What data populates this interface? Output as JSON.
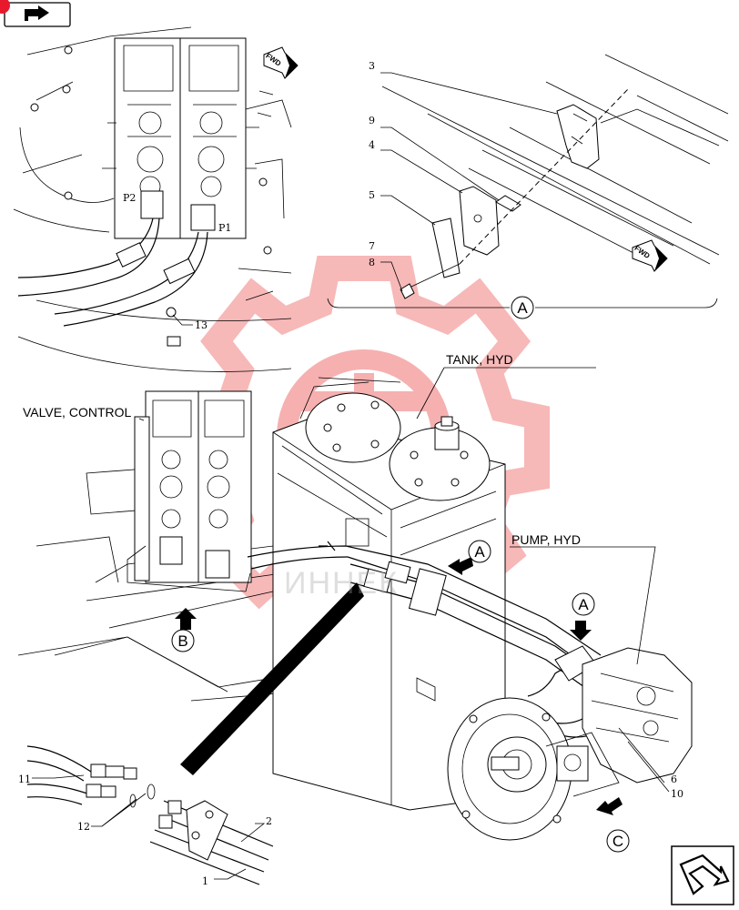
{
  "labels": {
    "valve_control": "VALVE, CONTROL",
    "tank_hyd": "TANK, HYD",
    "pump_hyd": "PUMP, HYD"
  },
  "view_markers": {
    "a": "A",
    "b": "B",
    "c": "C"
  },
  "fwd_text": "FWD",
  "port_labels": {
    "p1": "P1",
    "p2": "P2"
  },
  "callouts": {
    "c1": "1",
    "c2": "2",
    "c3": "3",
    "c4": "4",
    "c5": "5",
    "c6": "6",
    "c7": "7",
    "c8": "8",
    "c9": "9",
    "c10": "10",
    "c11": "11",
    "c12": "12",
    "c13": "13"
  },
  "watermark_text": "ИННЕК",
  "colors": {
    "watermark": "#f07070",
    "badge": "#e8192c",
    "line": "#000000"
  },
  "icons": {
    "top_left": "back-arrow-icon",
    "bottom_right": "next-page-arrow-icon"
  }
}
